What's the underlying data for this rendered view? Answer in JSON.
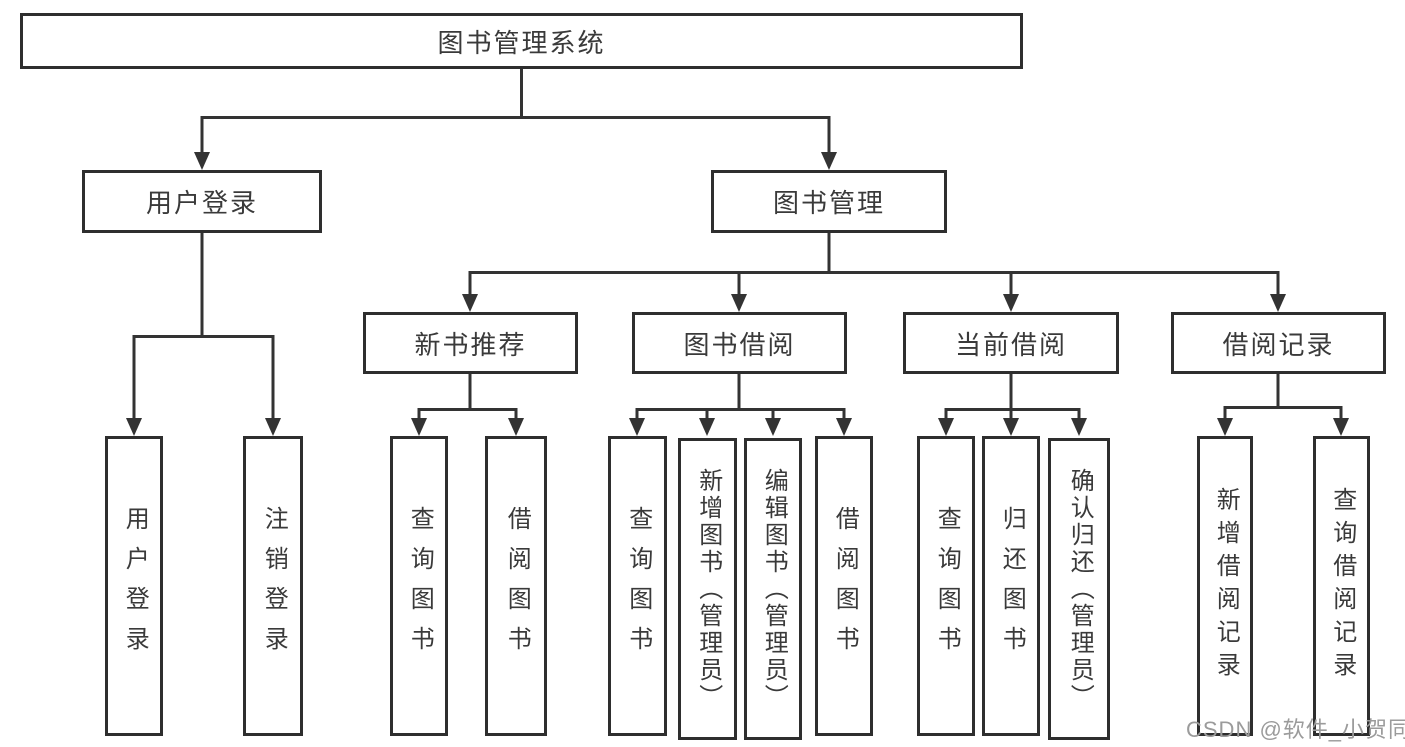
{
  "diagram": {
    "root": {
      "label": "图书管理系统"
    },
    "branches": [
      {
        "label": "用户登录",
        "children": [
          {
            "label": "用户登录"
          },
          {
            "label": "注销登录"
          }
        ]
      },
      {
        "label": "图书管理",
        "children": [
          {
            "label": "新书推荐",
            "children": [
              {
                "label": "查询图书"
              },
              {
                "label": "借阅图书"
              }
            ]
          },
          {
            "label": "图书借阅",
            "children": [
              {
                "label": "查询图书"
              },
              {
                "label": "新增图书（管理员）"
              },
              {
                "label": "编辑图书（管理员）"
              },
              {
                "label": "借阅图书"
              }
            ]
          },
          {
            "label": "当前借阅",
            "children": [
              {
                "label": "查询图书"
              },
              {
                "label": "归还图书"
              },
              {
                "label": "确认归还（管理员）"
              }
            ]
          },
          {
            "label": "借阅记录",
            "children": [
              {
                "label": "新增借阅记录"
              },
              {
                "label": "查询借阅记录"
              }
            ]
          }
        ]
      }
    ],
    "watermark": "CSDN @软件_小贺同学",
    "colors": {
      "line": "#333333",
      "box_border": "#2e2e2e",
      "text": "#3a3a3a",
      "watermark": "#9b9b9b",
      "background": "#ffffff"
    }
  }
}
